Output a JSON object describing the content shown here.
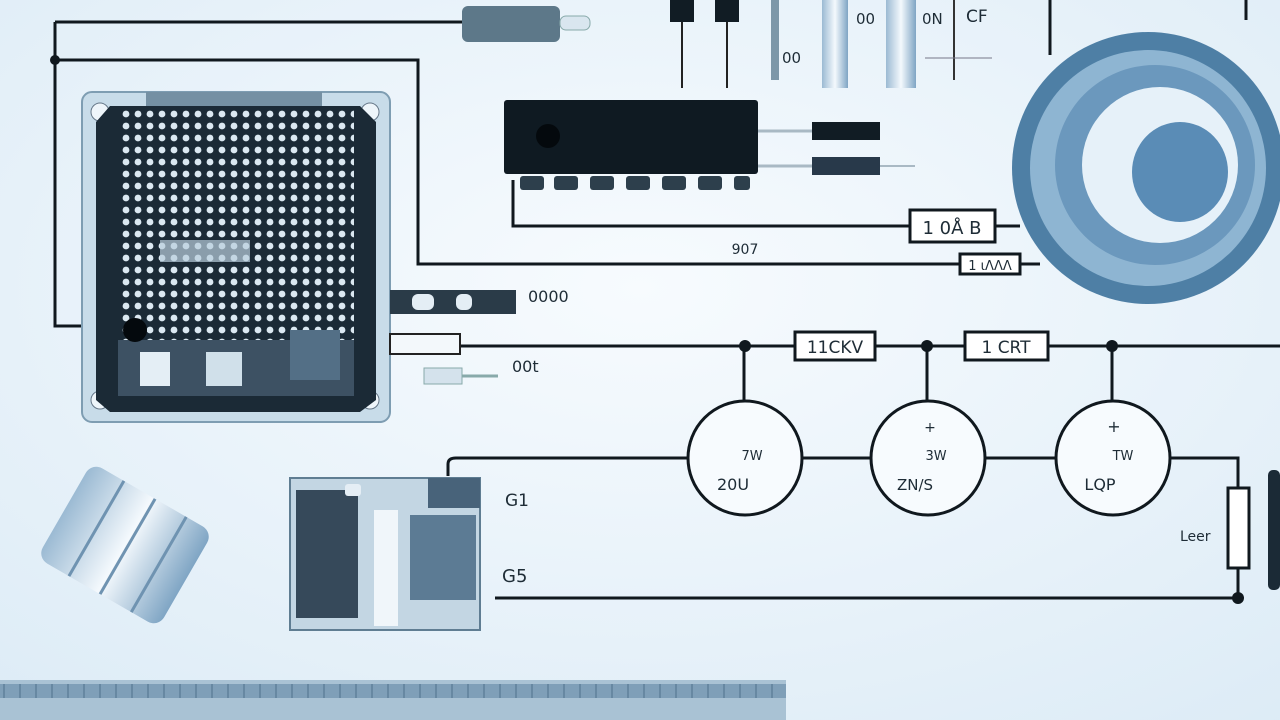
{
  "colors": {
    "background": "#f0f7fc",
    "wire": "#10181e",
    "component_dark": "#0f1a22",
    "tint": "#5b8fb5"
  },
  "labels": {
    "top_a": "00",
    "top_b": "0N",
    "top_c": "CF",
    "top_d": "00",
    "res_top": "1 0Å B",
    "mid_note": "907",
    "res_small": "1 ιΛΛΛ",
    "bracket_label": "0000",
    "small_part_label": "00t",
    "res_1": "11CKV",
    "res_2": "1 CRT",
    "circle_1_top": "7W",
    "circle_1_bottom": "20U",
    "circle_2_top": "3W",
    "circle_2_bottom": "ZN/S",
    "circle_3_top": "TW",
    "circle_3_bottom": "LQP",
    "res_right": "Leer",
    "module_g1": "G1",
    "module_g5": "G5"
  }
}
